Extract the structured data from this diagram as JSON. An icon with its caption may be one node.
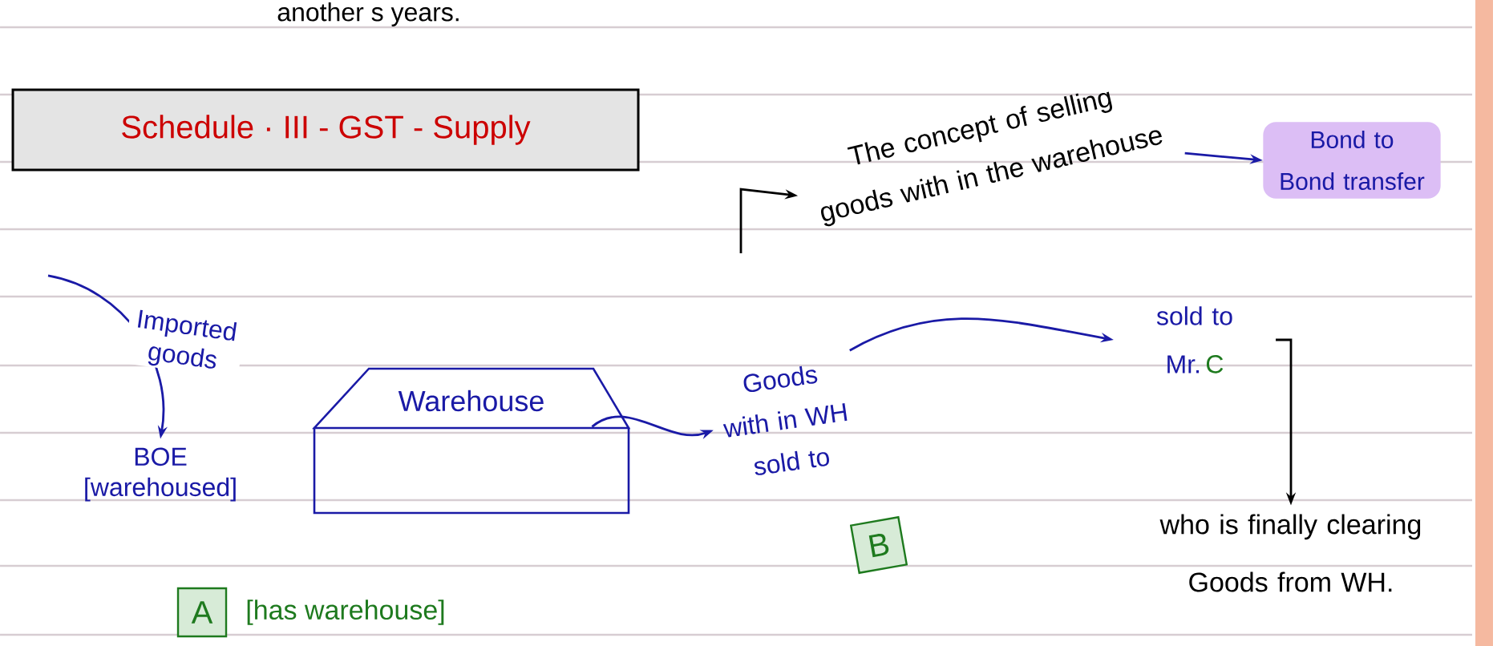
{
  "diagram": {
    "title": "Schedule · III - GST - Supply",
    "nodes": [
      {
        "text": [
          "The concept of selling goods with in the warehouse"
        ]
      },
      {
        "text": [
          "Bond to Bond transfer"
        ]
      },
      {
        "text": [
          "BOE [warehoused]"
        ]
      },
      {
        "text": [
          "Warehouse"
        ]
      },
      {
        "text": [
          "Goods with in WH sold to"
        ]
      },
      {
        "text": [
          "B"
        ]
      },
      {
        "text": [
          "A"
        ],
        "beside": [
          "[has warehouse]"
        ]
      },
      {
        "text": [
          "sold to",
          "Mr.",
          "C"
        ]
      },
      {
        "text": [
          "who is finally clearing Goods from WH."
        ]
      }
    ],
    "edges": [
      {
        "from": null,
        "to": 0,
        "arrow": "to",
        "color": "#000000"
      },
      {
        "from": 0,
        "to": 1,
        "arrow": "to"
      },
      {
        "from": null,
        "to": 2,
        "arrow": "to",
        "label": "Imported goods"
      },
      {
        "from": 3,
        "to": 4,
        "arrow": "to"
      },
      {
        "from": 4,
        "to": 7,
        "arrow": "to"
      },
      {
        "from": 7,
        "to": 8,
        "arrow": "to",
        "color": "#000000"
      }
    ],
    "labels": [
      "another s years."
    ]
  }
}
